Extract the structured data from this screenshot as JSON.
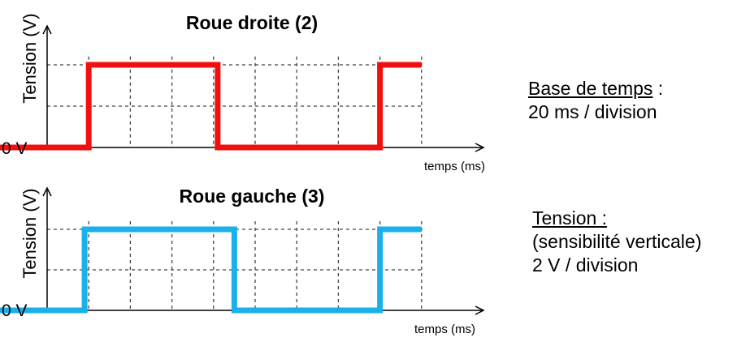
{
  "chart_data": [
    {
      "type": "line",
      "title": "Roue droite (2)",
      "ylabel": "Tension (V)",
      "xlabel": "temps (ms)",
      "zero_label": "0 V",
      "color": "#f01010",
      "x_divisions": 9,
      "y_divisions": 2,
      "series": [
        {
          "x": [
            0,
            20,
            20,
            82,
            82,
            160,
            160,
            180
          ],
          "y": [
            0,
            0,
            4,
            4,
            0,
            0,
            4,
            4
          ]
        }
      ]
    },
    {
      "type": "line",
      "title": "Roue gauche (3)",
      "ylabel": "Tension (V)",
      "xlabel": "temps (ms)",
      "zero_label": "0 V",
      "color": "#1ab0ea",
      "x_divisions": 9,
      "y_divisions": 2,
      "series": [
        {
          "x": [
            0,
            18,
            18,
            90,
            90,
            160,
            160,
            180
          ],
          "y": [
            0,
            0,
            4,
            4,
            0,
            0,
            4,
            4
          ]
        }
      ]
    }
  ],
  "info": {
    "timebase_heading": "Base de temps",
    "timebase_colon": " :",
    "timebase_value": "20 ms / division",
    "tension_heading": "Tension :",
    "tension_note": "(sensibilité verticale)",
    "tension_value": "2 V / division"
  }
}
